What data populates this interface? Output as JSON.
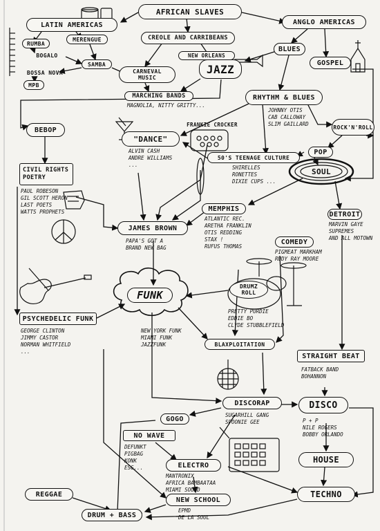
{
  "nodes": {
    "african_slaves": "African Slaves",
    "latin_americas": "Latin Americas",
    "anglo_americas": "Anglo Americas",
    "rumba": "Rumba",
    "merengue": "Merengue",
    "bogalo": "Bogalo",
    "samba": "Samba",
    "bossa_nova": "Bossa Nova",
    "mpb": "MPB",
    "creole": "Creole and Carribeans",
    "new_orleans": "New Orleans",
    "jazz": "Jazz",
    "carneval": "Carneval Music",
    "blues": "Blues",
    "gospel": "Gospel",
    "marching": "Marching Bands",
    "rnb": "Rhythm & Blues",
    "bebop": "Bebop",
    "rock_n_roll": "Rock'n'Roll",
    "dance": "\"Dance\"",
    "frankie_crocker": "Frankie Crocker",
    "teenage": "50's Teenage Culture",
    "pop": "Pop",
    "soul": "Soul",
    "civil_rights": "Civil Rights Poetry",
    "memphis": "Memphis",
    "detroit": "Detroit",
    "james_brown": "James Brown",
    "comedy": "Comedy",
    "funk": "Funk",
    "drums": "Drumz Roll",
    "psychedelic": "Psychedelic Funk",
    "blaxploitation": "Blaxploitation",
    "straight_beat": "Straight Beat",
    "discorap": "Discorap",
    "disco": "Disco",
    "gogo": "Gogo",
    "no_wave": "No Wave",
    "house": "House",
    "electro": "Electro",
    "reggae": "Reggae",
    "new_school": "New School",
    "techno": "Techno",
    "drum_bass": "Drum + Bass"
  },
  "lists": {
    "marching": [
      "Magnolia, Nitty Gritty..."
    ],
    "rnb": [
      "Johnny Otis",
      "Cab Calloway",
      "Slim Gaillard"
    ],
    "dance": [
      "Alvin Cash",
      "Andre Williams",
      "..."
    ],
    "teenage": [
      "Shirelles",
      "Ronettes",
      "Dixie Cups ..."
    ],
    "civil_rights": [
      "Paul Robeson",
      "Gil Scott Heron",
      "Last Poets",
      "Watts Prophets"
    ],
    "memphis": [
      "Atlantic Rec.",
      "Aretha Franklin",
      "Otis Redding",
      "Stax !",
      "Rufus Thomas"
    ],
    "detroit": [
      "Marvin Gaye",
      "Supremes",
      "and all Motown"
    ],
    "james_brown": [
      "Papa's got a",
      "brand new bag"
    ],
    "comedy": [
      "Pigmeat Markham",
      "Rudy Ray Moore"
    ],
    "drums": [
      "Pretty Purdie",
      "Eddie Bo",
      "Clyde Stubblefield"
    ],
    "psychedelic": [
      "George Clinton",
      "Jimmy Castor",
      "Norman Whitfield",
      "..."
    ],
    "funk_regions": [
      "New York Funk",
      "Miami Funk",
      "Jazzfunk"
    ],
    "straight_beat": [
      "Fatback Band",
      "Bohannon"
    ],
    "discorap": [
      "Sugarhill Gang",
      "Spoonie Gee"
    ],
    "disco": [
      "P + P",
      "Nile Rogers",
      "Bobby Orlando"
    ],
    "no_wave": [
      "Defunkt",
      "Pigbag",
      "Konk",
      "ESG..."
    ],
    "electro": [
      "Mantronix",
      "Africa Bambaataa",
      "Miami Sound"
    ],
    "new_school": [
      "EPMD",
      "De La Soul"
    ]
  }
}
